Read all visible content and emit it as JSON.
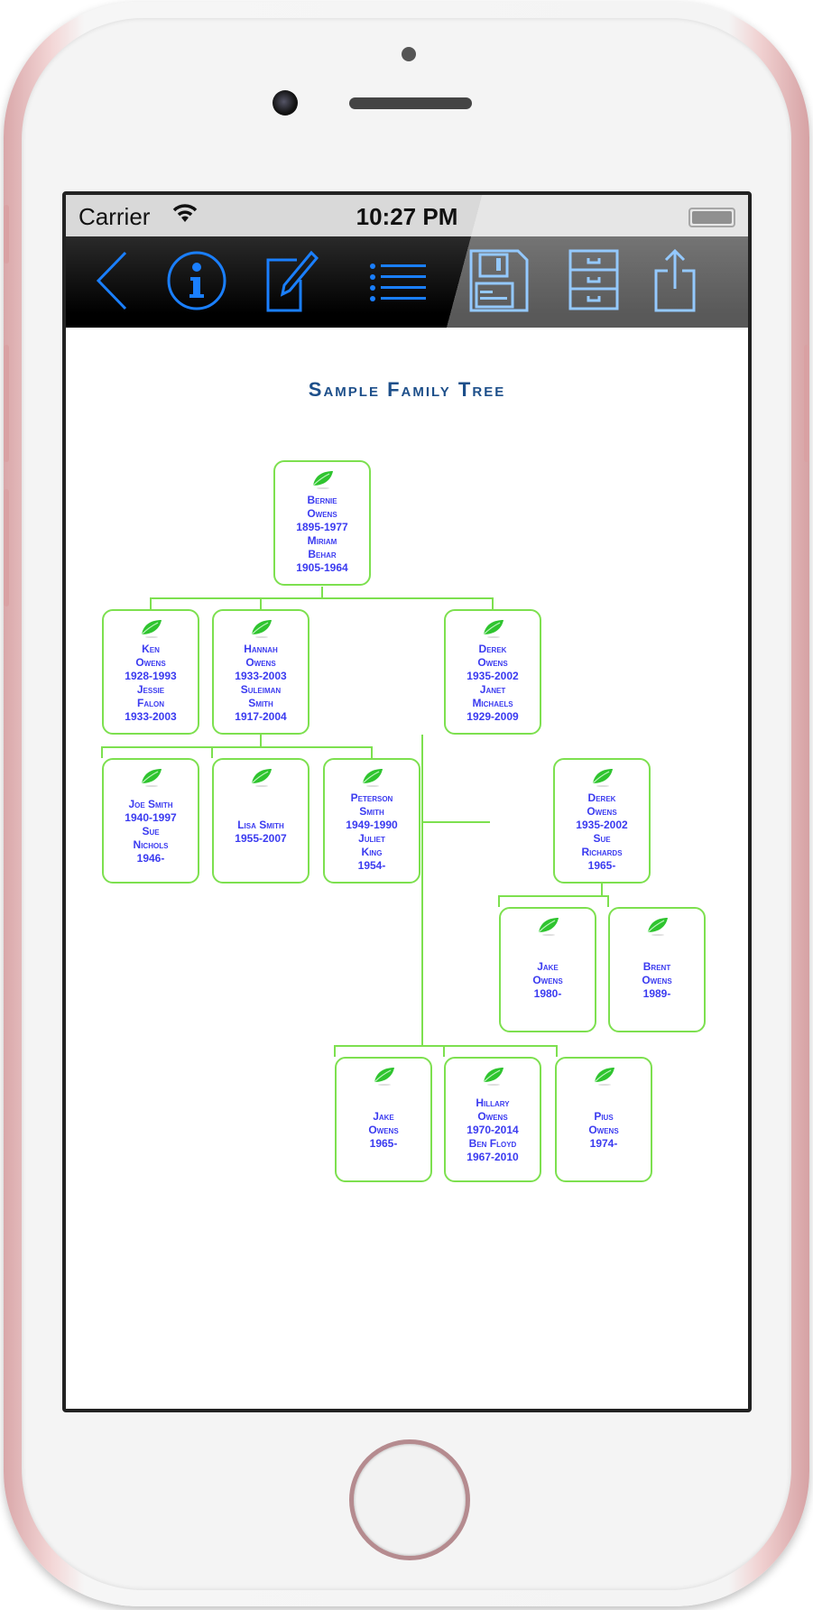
{
  "status_bar": {
    "carrier": "Carrier",
    "time": "10:27 PM"
  },
  "toolbar": {
    "icons": [
      "back-icon",
      "info-icon",
      "edit-icon",
      "list-icon",
      "save-icon",
      "cabinet-icon",
      "share-icon"
    ],
    "accent": "#1a7fff"
  },
  "page": {
    "title": "Sample Family Tree"
  },
  "tree": {
    "line_color": "#7de04f",
    "text_color": "#3b3bf0",
    "cards": [
      {
        "id": "bernie",
        "lines": [
          "Bernie",
          "Owens",
          "1895-1977",
          "Miriam",
          "Behar",
          "1905-1964"
        ]
      },
      {
        "id": "ken",
        "lines": [
          "Ken",
          "Owens",
          "1928-1993",
          "Jessie",
          "Falon",
          "1933-2003"
        ]
      },
      {
        "id": "hannah",
        "lines": [
          "Hannah",
          "Owens",
          "1933-2003",
          "Suleiman",
          "Smith",
          "1917-2004"
        ]
      },
      {
        "id": "derek",
        "lines": [
          "Derek",
          "Owens",
          "1935-2002",
          "Janet",
          "Michaels",
          "1929-2009"
        ]
      },
      {
        "id": "joe",
        "lines": [
          "Joe Smith",
          "1940-1997",
          "Sue",
          "Nichols",
          "1946-"
        ]
      },
      {
        "id": "lisa",
        "lines": [
          "Lisa Smith",
          "1955-2007"
        ]
      },
      {
        "id": "peterson",
        "lines": [
          "Peterson",
          "Smith",
          "1949-1990",
          "Juliet",
          "King",
          "1954-"
        ]
      },
      {
        "id": "derek2",
        "lines": [
          "Derek",
          "Owens",
          "1935-2002",
          "Sue",
          "Richards",
          "1965-"
        ]
      },
      {
        "id": "jake1980",
        "lines": [
          "Jake",
          "Owens",
          "1980-"
        ]
      },
      {
        "id": "brent",
        "lines": [
          "Brent",
          "Owens",
          "1989-"
        ]
      },
      {
        "id": "jake1965",
        "lines": [
          "Jake",
          "Owens",
          "1965-"
        ]
      },
      {
        "id": "hillary",
        "lines": [
          "Hillary",
          "Owens",
          "1970-2014",
          "Ben Floyd",
          "1967-2010"
        ]
      },
      {
        "id": "pius",
        "lines": [
          "Pius",
          "Owens",
          "1974-"
        ]
      }
    ]
  }
}
